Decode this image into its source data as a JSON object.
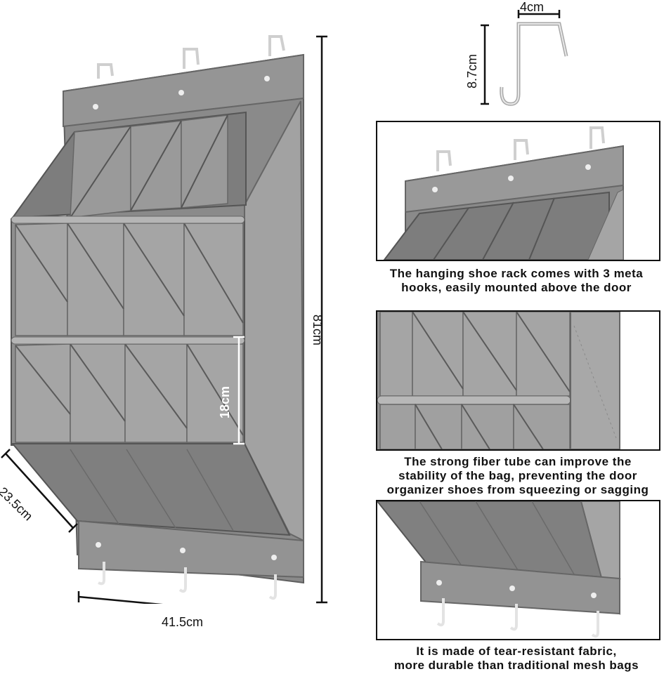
{
  "dimensions": {
    "height": "81cm",
    "width": "41.5cm",
    "depth": "23.5cm",
    "pocket_height": "18cm",
    "hook_width": "4cm",
    "hook_height": "8.7cm"
  },
  "captions": {
    "hooks": [
      "The hanging shoe rack comes with 3 meta",
      "hooks, easily mounted above the door"
    ],
    "tube": [
      "The strong fiber tube can improve the",
      "stability of the bag, preventing the door",
      "organizer shoes from squeezing or sagging"
    ],
    "fabric": [
      "It is made of tear-resistant fabric,",
      "more durable than traditional mesh bags"
    ]
  },
  "colors": {
    "fabric": "#8c8c8c",
    "fabric_dark": "#6e6e6e",
    "fabric_light": "#a9a9a9",
    "hook": "#d8d8d8"
  }
}
